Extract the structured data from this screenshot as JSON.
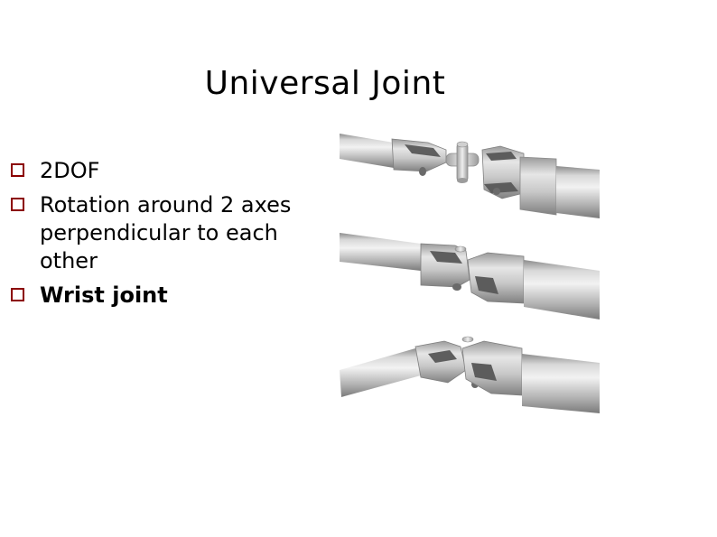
{
  "slide": {
    "title": "Universal Joint",
    "bullets": [
      {
        "text": "2DOF"
      },
      {
        "text": "Rotation around 2 axes perpendicular to each other"
      },
      {
        "text": "Wrist joint"
      }
    ]
  },
  "figure": {
    "icon": "universal-joint-illustration",
    "states": [
      "disassembled",
      "assembled-straight",
      "assembled-bent"
    ],
    "colors": {
      "metal_light": "#e0e0e0",
      "metal_mid": "#b4b4b4",
      "metal_dark": "#7a7a7a"
    }
  },
  "colors": {
    "bullet_marker": "#8b0000"
  }
}
